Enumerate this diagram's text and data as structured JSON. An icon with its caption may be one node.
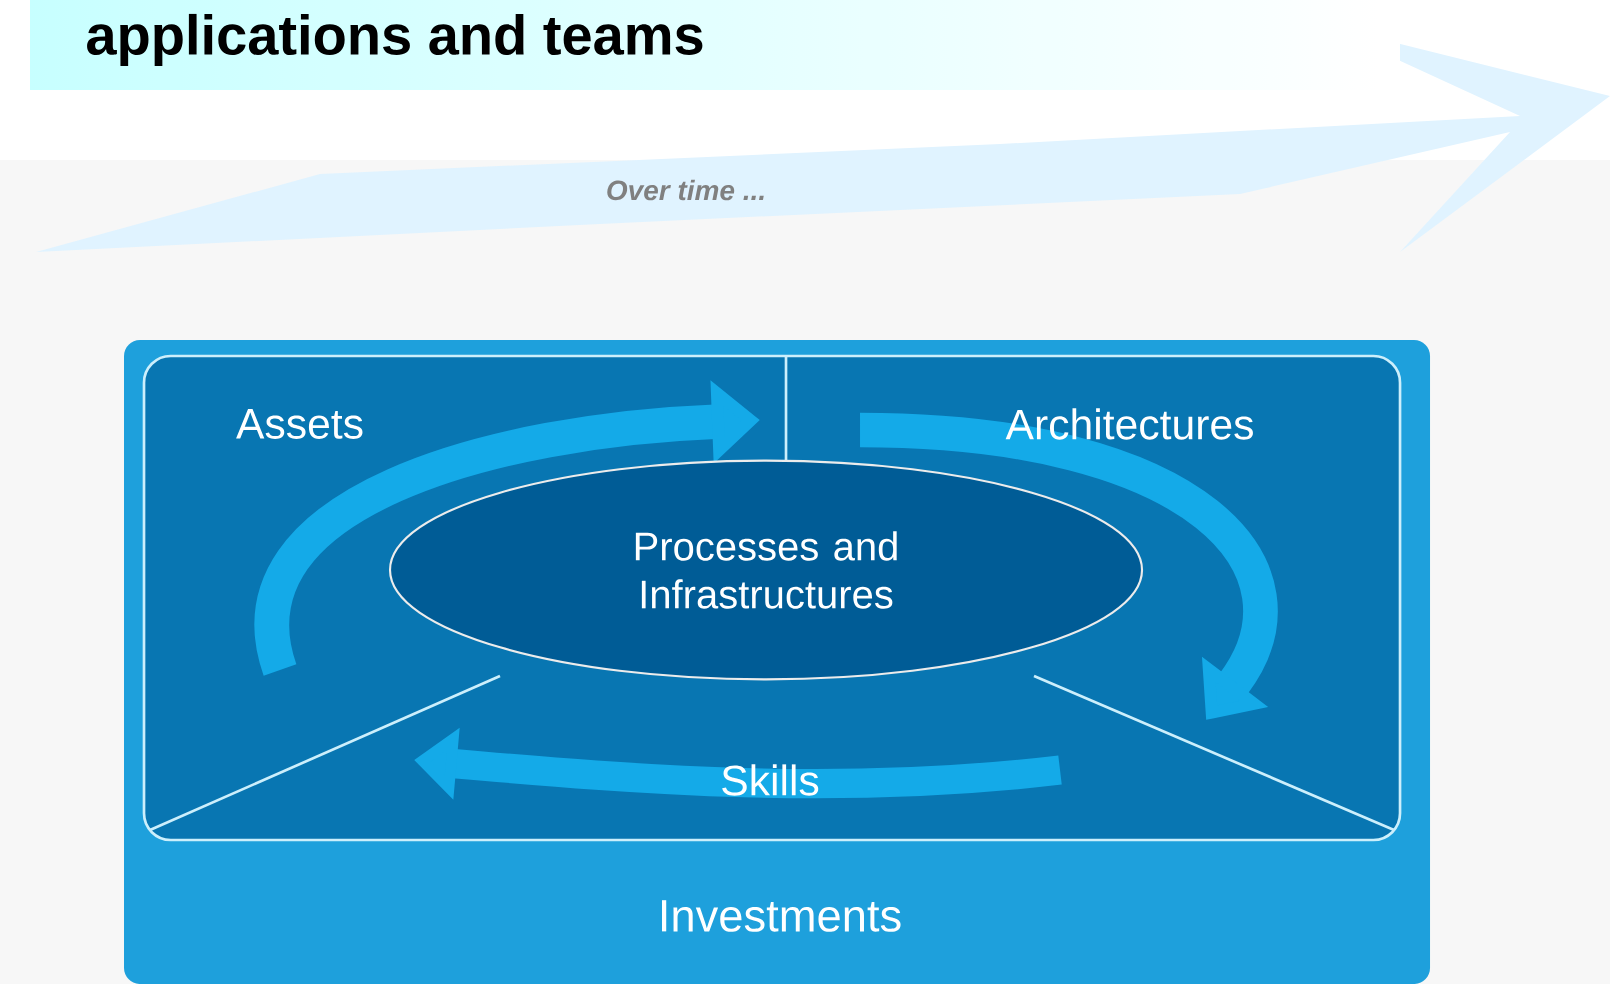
{
  "diagram": {
    "title": "applications and teams",
    "nodes": [
      {
        "text": [
          "Investments"
        ]
      },
      {
        "text": [
          "Assets"
        ],
        "in": 0
      },
      {
        "text": [
          "Architectures"
        ],
        "in": 0
      },
      {
        "text": [
          "Processes and Infrastructures"
        ],
        "in": 0
      },
      {
        "text": [
          "Skills"
        ],
        "in": 0
      }
    ],
    "edges": [],
    "labels": [
      "Over time ..."
    ]
  }
}
